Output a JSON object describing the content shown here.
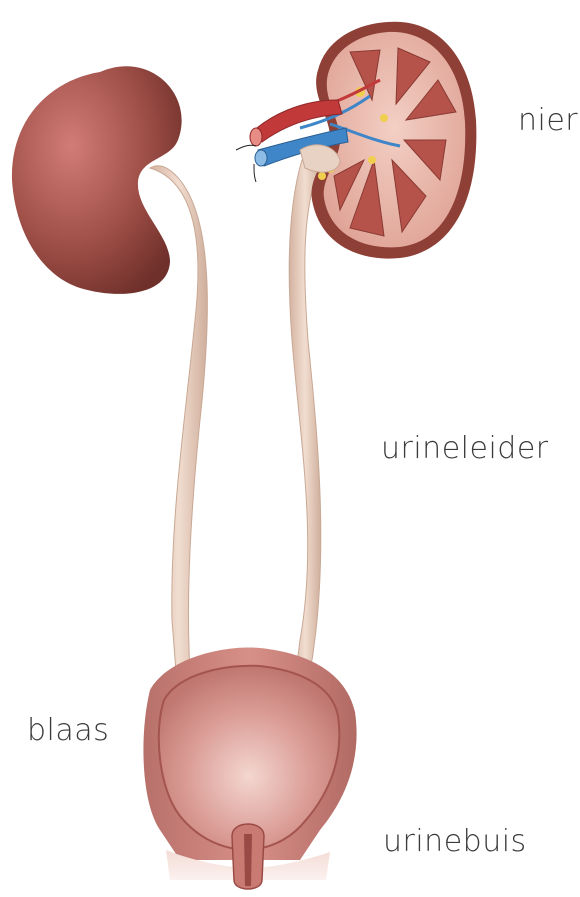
{
  "labels": {
    "kidney": "nier",
    "ureter": "urineleider",
    "bladder": "blaas",
    "urethra": "urinebuis"
  },
  "colors": {
    "kidney": "#9c4f45",
    "kidney_highlight": "#d27c77",
    "ureter": "#e4c9b9",
    "bladder": "#c9807a",
    "artery": "#c2393a",
    "vein": "#3f86c9",
    "label_text": "#3a3a3a"
  }
}
